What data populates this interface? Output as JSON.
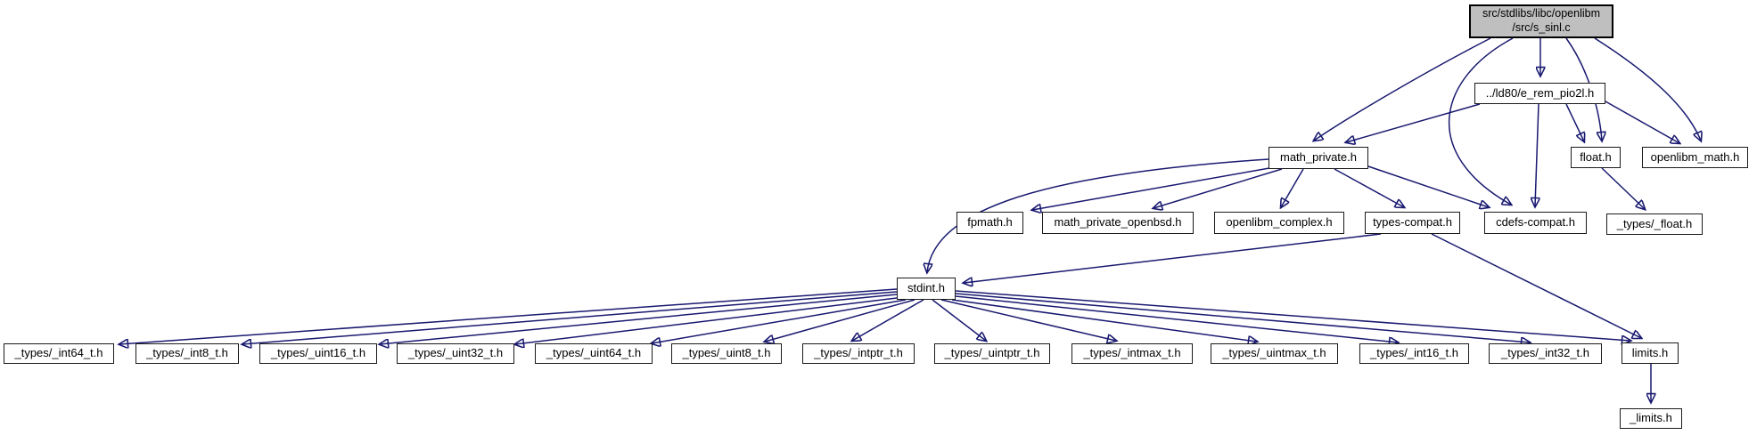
{
  "colors": {
    "background": "#ffffff",
    "edge": "#191970",
    "node_border": "#1a1a1a",
    "node_fill": "#ffffff",
    "main_node_fill": "#bfbfbf",
    "text": "#000000"
  },
  "graph": {
    "type": "include-dependency-graph",
    "nodes": [
      {
        "id": "s_sinl",
        "label": "src/stdlibs/libc/openlibm\n/src/s_sinl.c",
        "main": true
      },
      {
        "id": "e_rem_pio2l",
        "label": "../ld80/e_rem_pio2l.h"
      },
      {
        "id": "math_private",
        "label": "math_private.h"
      },
      {
        "id": "float",
        "label": "float.h"
      },
      {
        "id": "openlibm_math",
        "label": "openlibm_math.h"
      },
      {
        "id": "fpmath",
        "label": "fpmath.h"
      },
      {
        "id": "math_private_openbsd",
        "label": "math_private_openbsd.h"
      },
      {
        "id": "openlibm_complex",
        "label": "openlibm_complex.h"
      },
      {
        "id": "types_compat",
        "label": "types-compat.h"
      },
      {
        "id": "cdefs_compat",
        "label": "cdefs-compat.h"
      },
      {
        "id": "types_float",
        "label": "_types/_float.h"
      },
      {
        "id": "stdint",
        "label": "stdint.h"
      },
      {
        "id": "types_int64",
        "label": "_types/_int64_t.h"
      },
      {
        "id": "types_int8",
        "label": "_types/_int8_t.h"
      },
      {
        "id": "types_uint16",
        "label": "_types/_uint16_t.h"
      },
      {
        "id": "types_uint32",
        "label": "_types/_uint32_t.h"
      },
      {
        "id": "types_uint64",
        "label": "_types/_uint64_t.h"
      },
      {
        "id": "types_uint8",
        "label": "_types/_uint8_t.h"
      },
      {
        "id": "types_intptr",
        "label": "_types/_intptr_t.h"
      },
      {
        "id": "types_uintptr",
        "label": "_types/_uintptr_t.h"
      },
      {
        "id": "types_intmax",
        "label": "_types/_intmax_t.h"
      },
      {
        "id": "types_uintmax",
        "label": "_types/_uintmax_t.h"
      },
      {
        "id": "types_int16",
        "label": "_types/_int16_t.h"
      },
      {
        "id": "types_int32",
        "label": "_types/_int32_t.h"
      },
      {
        "id": "limits",
        "label": "limits.h"
      },
      {
        "id": "limits_internal",
        "label": "_limits.h"
      }
    ],
    "edges": [
      {
        "from": "s_sinl",
        "to": "e_rem_pio2l"
      },
      {
        "from": "s_sinl",
        "to": "math_private"
      },
      {
        "from": "s_sinl",
        "to": "float"
      },
      {
        "from": "s_sinl",
        "to": "openlibm_math"
      },
      {
        "from": "s_sinl",
        "to": "cdefs_compat"
      },
      {
        "from": "e_rem_pio2l",
        "to": "math_private"
      },
      {
        "from": "e_rem_pio2l",
        "to": "float"
      },
      {
        "from": "e_rem_pio2l",
        "to": "openlibm_math"
      },
      {
        "from": "e_rem_pio2l",
        "to": "cdefs_compat"
      },
      {
        "from": "math_private",
        "to": "fpmath"
      },
      {
        "from": "math_private",
        "to": "math_private_openbsd"
      },
      {
        "from": "math_private",
        "to": "openlibm_complex"
      },
      {
        "from": "math_private",
        "to": "types_compat"
      },
      {
        "from": "math_private",
        "to": "cdefs_compat"
      },
      {
        "from": "math_private",
        "to": "stdint"
      },
      {
        "from": "float",
        "to": "types_float"
      },
      {
        "from": "types_compat",
        "to": "stdint"
      },
      {
        "from": "types_compat",
        "to": "limits"
      },
      {
        "from": "stdint",
        "to": "types_int64"
      },
      {
        "from": "stdint",
        "to": "types_int8"
      },
      {
        "from": "stdint",
        "to": "types_uint16"
      },
      {
        "from": "stdint",
        "to": "types_uint32"
      },
      {
        "from": "stdint",
        "to": "types_uint64"
      },
      {
        "from": "stdint",
        "to": "types_uint8"
      },
      {
        "from": "stdint",
        "to": "types_intptr"
      },
      {
        "from": "stdint",
        "to": "types_uintptr"
      },
      {
        "from": "stdint",
        "to": "types_intmax"
      },
      {
        "from": "stdint",
        "to": "types_uintmax"
      },
      {
        "from": "stdint",
        "to": "types_int16"
      },
      {
        "from": "stdint",
        "to": "types_int32"
      },
      {
        "from": "stdint",
        "to": "limits"
      },
      {
        "from": "limits",
        "to": "limits_internal"
      }
    ]
  }
}
